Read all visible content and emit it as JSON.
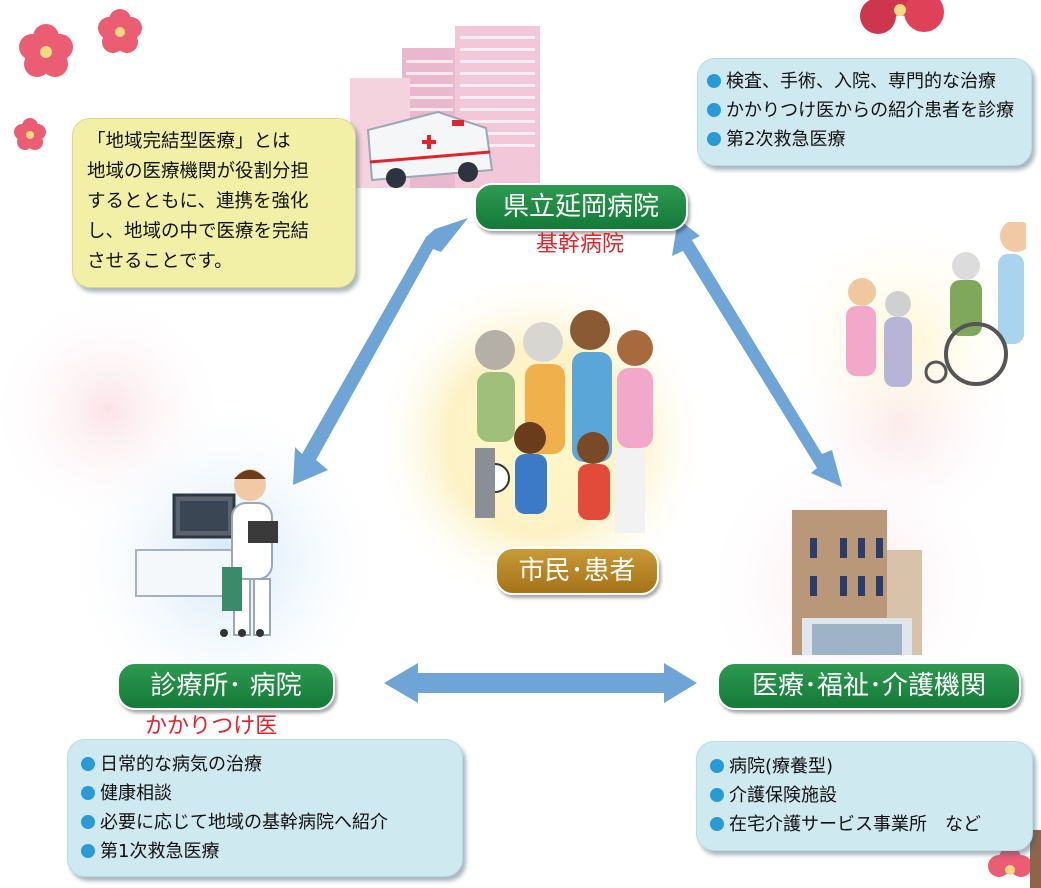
{
  "definition": {
    "lines": [
      "「地域完結型医療」とは",
      "地域の医療機関が役割分担",
      "するとともに、連携を強化",
      "し、地域の中で医療を完結",
      "させることです。"
    ]
  },
  "nodes": {
    "prefectural_hospital": {
      "label": "県立延岡病院",
      "sublabel": "基幹病院",
      "bullets": [
        "検査、手術、入院、専門的な治療",
        "かかりつけ医からの紹介患者を診療",
        "第2次救急医療"
      ]
    },
    "citizens": {
      "label": "市民･患者"
    },
    "clinic": {
      "label": "診療所･ 病院",
      "sublabel": "かかりつけ医",
      "bullets": [
        "日常的な病気の治療",
        "健康相談",
        "必要に応じて地域の基幹病院へ紹介",
        "第1次救急医療"
      ]
    },
    "welfare": {
      "label": "医療･福祉･介護機関",
      "bullets": [
        "病院(療養型)",
        "介護保険施設",
        "在宅介護サービス事業所　など"
      ]
    }
  },
  "colors": {
    "label_green": "#1e8a44",
    "label_gold": "#b8862a",
    "sublabel_red": "#e2232b",
    "arrow_blue": "#6ea4d6",
    "bullet_blue": "#2a9ad6",
    "box_blue": "#cfe9f0",
    "box_yellow": "#f2efa6"
  },
  "icons": [
    "plum-blossom-icon",
    "hospital-building-icon",
    "ambulance-icon",
    "family-icon",
    "doctor-icon",
    "care-facility-icon",
    "wheelchair-icon"
  ]
}
